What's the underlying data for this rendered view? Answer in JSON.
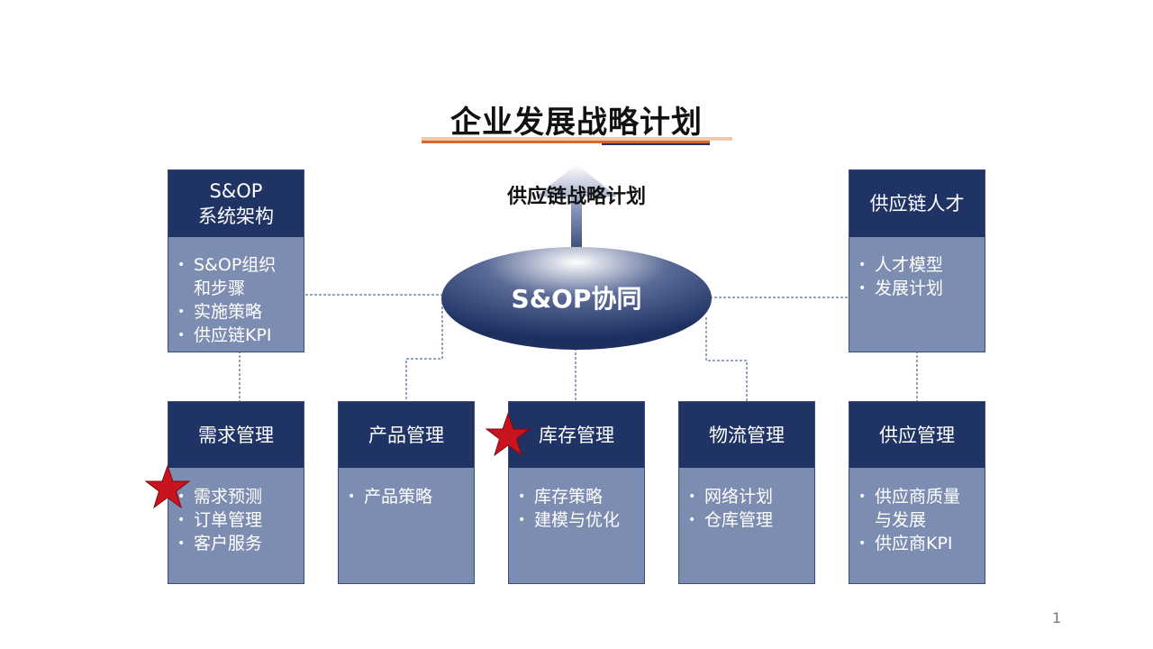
{
  "title": "企业发展战略计划",
  "arrow_label": "供应链战略计划",
  "hub": "S&OP协同",
  "boxes": {
    "sop": {
      "head": [
        "S&OP",
        "系统架构"
      ],
      "items": [
        "S&OP组织",
        "和步骤",
        "实施策略",
        "供应链KPI"
      ]
    },
    "talent": {
      "head": [
        "供应链人才"
      ],
      "items": [
        "人才模型",
        "发展计划"
      ]
    },
    "demand": {
      "head": [
        "需求管理"
      ],
      "items": [
        "需求预测",
        "订单管理",
        "客户服务"
      ]
    },
    "product": {
      "head": [
        "产品管理"
      ],
      "items": [
        "产品策略"
      ]
    },
    "inventory": {
      "head": [
        "库存管理"
      ],
      "items": [
        "库存策略",
        "建模与优化"
      ]
    },
    "logistics": {
      "head": [
        "物流管理"
      ],
      "items": [
        "网络计划",
        "仓库管理"
      ]
    },
    "supply": {
      "head": [
        "供应管理"
      ],
      "items": [
        "供应商质量",
        "与发展",
        "供应商KPI"
      ]
    }
  },
  "colors": {
    "box_head": "#1f3464",
    "box_body": "#7d8db1",
    "star": "#c8141e",
    "underline": "#e07a3a"
  },
  "page_number": "1"
}
